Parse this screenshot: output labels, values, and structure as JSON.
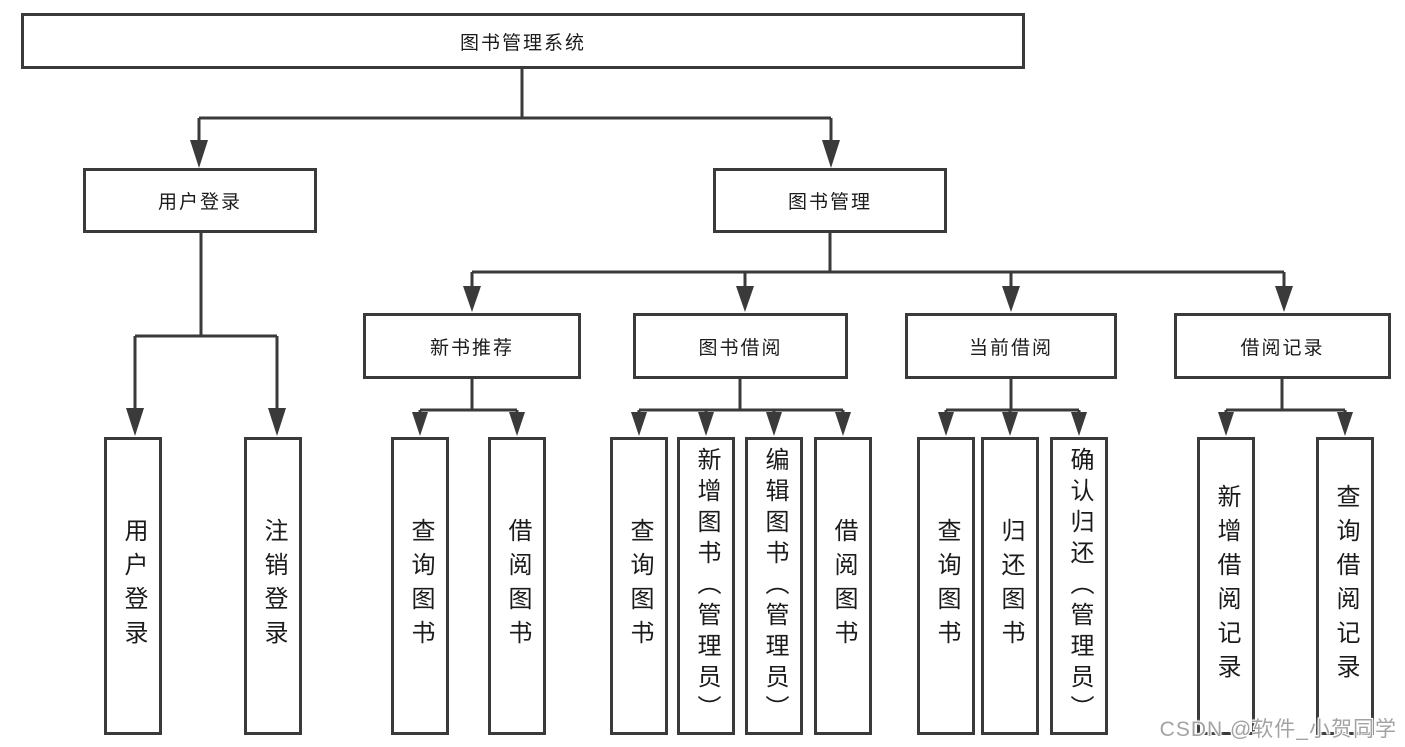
{
  "tree": {
    "label": "图书管理系统",
    "children": [
      {
        "label": "用户登录",
        "children": [
          {
            "label": "用户登录"
          },
          {
            "label": "注销登录"
          }
        ]
      },
      {
        "label": "图书管理",
        "children": [
          {
            "label": "新书推荐",
            "children": [
              {
                "label": "查询图书"
              },
              {
                "label": "借阅图书"
              }
            ]
          },
          {
            "label": "图书借阅",
            "children": [
              {
                "label": "查询图书"
              },
              {
                "label": "新增图书（管理员）"
              },
              {
                "label": "编辑图书（管理员）"
              },
              {
                "label": "借阅图书"
              }
            ]
          },
          {
            "label": "当前借阅",
            "children": [
              {
                "label": "查询图书"
              },
              {
                "label": "归还图书"
              },
              {
                "label": "确认归还（管理员）"
              }
            ]
          },
          {
            "label": "借阅记录",
            "children": [
              {
                "label": "新增借阅记录"
              },
              {
                "label": "查询借阅记录"
              }
            ]
          }
        ]
      }
    ]
  },
  "watermark": {
    "text": "CSDN @软件_小贺同学"
  },
  "colors": {
    "line": "#3a3a3a",
    "text": "#1b1b1b",
    "watermark": "#a3a3a3",
    "background": "#ffffff"
  }
}
